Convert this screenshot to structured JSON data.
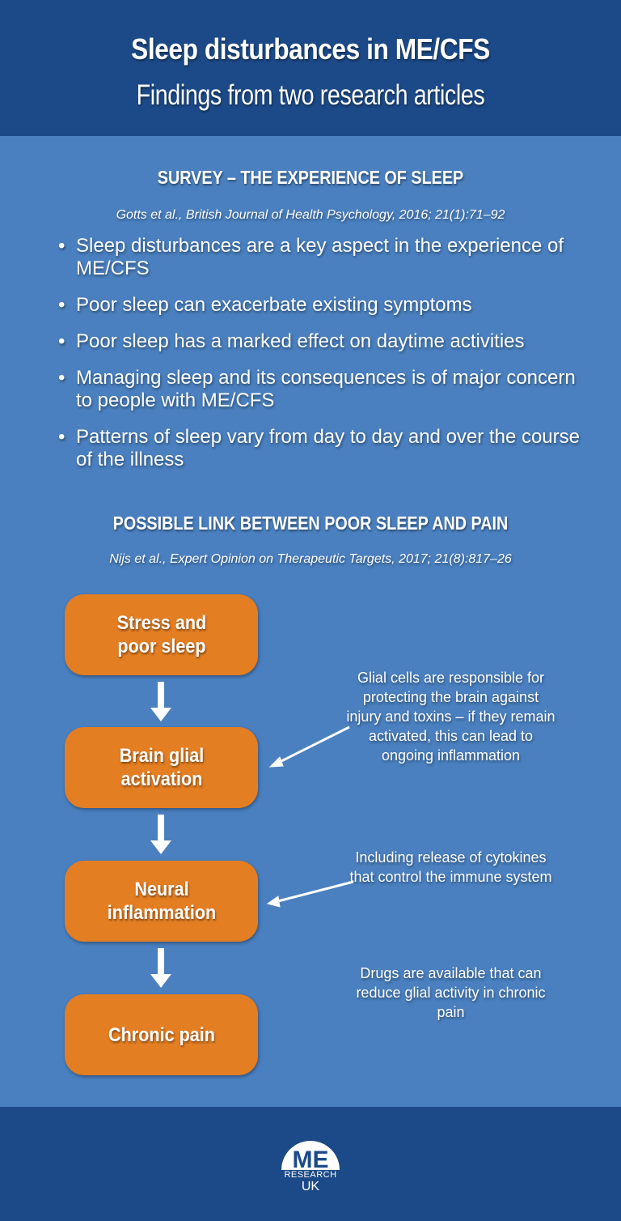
{
  "header": {
    "title": "Sleep disturbances in ME/CFS",
    "subtitle": "Findings from two research articles"
  },
  "survey": {
    "heading": "SURVEY – THE EXPERIENCE OF SLEEP",
    "citation": "Gotts et al., British Journal of Health Psychology, 2016; 21(1):71–92",
    "bullets": [
      "Sleep disturbances are a key aspect in the experience of ME/CFS",
      "Poor sleep can exacerbate existing symptoms",
      "Poor sleep has a marked effect on daytime activities",
      "Managing sleep and its consequences is of major concern to people with ME/CFS",
      "Patterns of sleep vary from day to day and over the course of the illness"
    ]
  },
  "link": {
    "heading": "POSSIBLE LINK BETWEEN POOR SLEEP AND PAIN",
    "citation": "Nijs et al., Expert Opinion on Therapeutic Targets, 2017; 21(8):817–26",
    "flow": [
      "Stress and poor sleep",
      "Brain glial activation",
      "Neural inflammation",
      "Chronic pain"
    ],
    "annotations": [
      "Glial cells are responsible for protecting the brain against injury and toxins – if they remain activated, this can lead to ongoing inflammation",
      "Including release of cytokines that control the immune system",
      "Drugs are available that can reduce glial activity in chronic pain"
    ]
  },
  "footer": {
    "logo": {
      "mark": "ME",
      "line1": "RESEARCH",
      "line2": "UK"
    }
  },
  "colors": {
    "header_bg": "#1c4a88",
    "body_bg": "#4a80c0",
    "box_orange": "#e47e22",
    "text": "#ffffff"
  }
}
